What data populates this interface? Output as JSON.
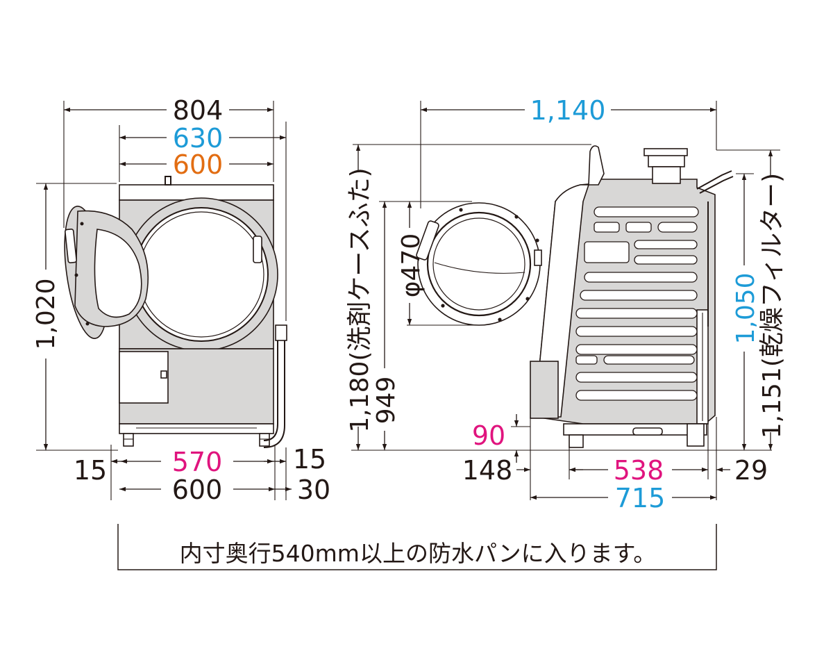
{
  "colors": {
    "black": "#231815",
    "blue": "#1d9bd7",
    "orange": "#e26d12",
    "magenta": "#e0147e",
    "body_gray": "#d8d7d6"
  },
  "front_view": {
    "width_total": "804",
    "width_inner_blue": "630",
    "width_inner_orange": "600",
    "height": "1,020",
    "foot_offset_left": "15",
    "foot_span": "570",
    "foot_offset_right": "15",
    "base_width": "600",
    "base_offset_right": "30"
  },
  "side_view": {
    "depth_total": "1,140",
    "door_height_label": "1,180(洗剤ケースふた)",
    "door_diameter": "φ470",
    "door_center_height": "949",
    "foot_height": "90",
    "front_offset": "148",
    "foot_span": "538",
    "rear_offset": "29",
    "depth_body": "715",
    "height_body": "1,050",
    "filter_height_label": "1,151(乾燥フィルター)"
  },
  "note": "内寸奥行540mm以上の防水パンに入ります。"
}
